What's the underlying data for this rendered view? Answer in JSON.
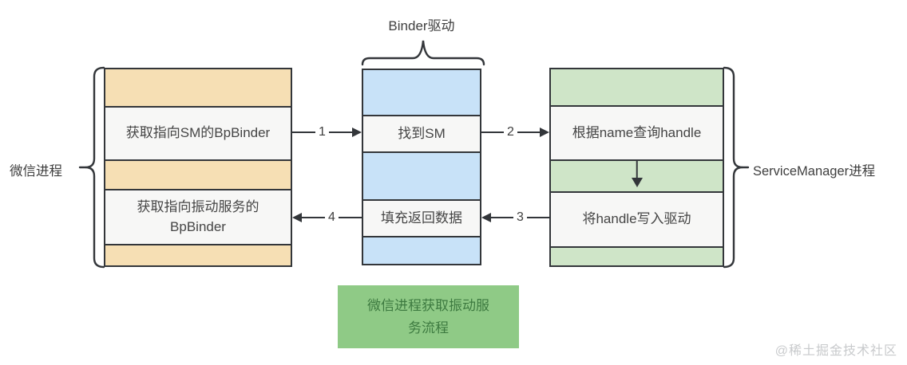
{
  "diagram": {
    "binder_label": "Binder驱动",
    "wechat_process": {
      "label": "微信进程",
      "step1": "获取指向SM的BpBinder",
      "step2": "获取指向振动服务的BpBinder"
    },
    "binder_driver": {
      "step1": "找到SM",
      "step2": "填充返回数据"
    },
    "servicemanager_process": {
      "label": "ServiceManager进程",
      "step1": "根据name查询handle",
      "step2": "将handle写入驱动"
    },
    "arrows": {
      "a1": "1",
      "a2": "2",
      "a3": "3",
      "a4": "4"
    },
    "caption": "微信进程获取振动服务流程",
    "watermark": "@稀土掘金技术社区",
    "colors": {
      "wechat_band": "#f6dfb4",
      "driver_band": "#c8e2f8",
      "sm_band": "#cfe5c8",
      "caption_bg": "#8fca86",
      "caption_text": "#3d7a40",
      "border": "#33363a"
    }
  }
}
